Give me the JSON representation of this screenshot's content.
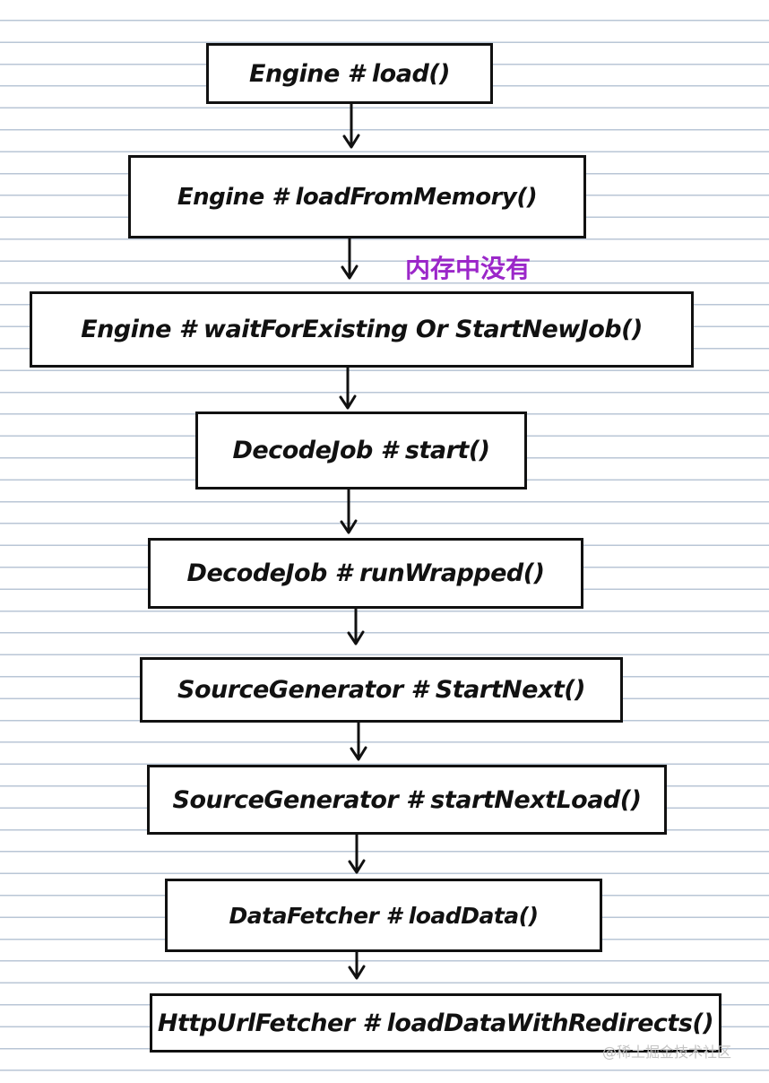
{
  "diagram": {
    "nodes": [
      {
        "id": "engine-load",
        "label": "Engine # load()"
      },
      {
        "id": "engine-load-from-memory",
        "label": "Engine # loadFromMemory()"
      },
      {
        "id": "engine-wait-or-start",
        "label": "Engine # waitForExisting Or StartNewJob()"
      },
      {
        "id": "decodejob-start",
        "label": "DecodeJob # start()"
      },
      {
        "id": "decodejob-run-wrapped",
        "label": "DecodeJob # runWrapped()"
      },
      {
        "id": "source-generator-start-next",
        "label": "SourceGenerator # StartNext()"
      },
      {
        "id": "source-generator-start-next-load",
        "label": "SourceGenerator # startNextLoad()"
      },
      {
        "id": "datafetcher-load-data",
        "label": "DataFetcher # loadData()"
      },
      {
        "id": "httpurlfetcher-load-data-with-redirects",
        "label": "HttpUrlFetcher # loadDataWithRedirects()"
      }
    ],
    "annotation": {
      "text": "内存中没有",
      "color": "#9b27c9"
    },
    "watermark": {
      "text": "@稀土掘金技术社区",
      "color": "#c4c4c4"
    },
    "colors": {
      "stroke": "#111111",
      "ruled_line": "#b9c6d6"
    }
  }
}
